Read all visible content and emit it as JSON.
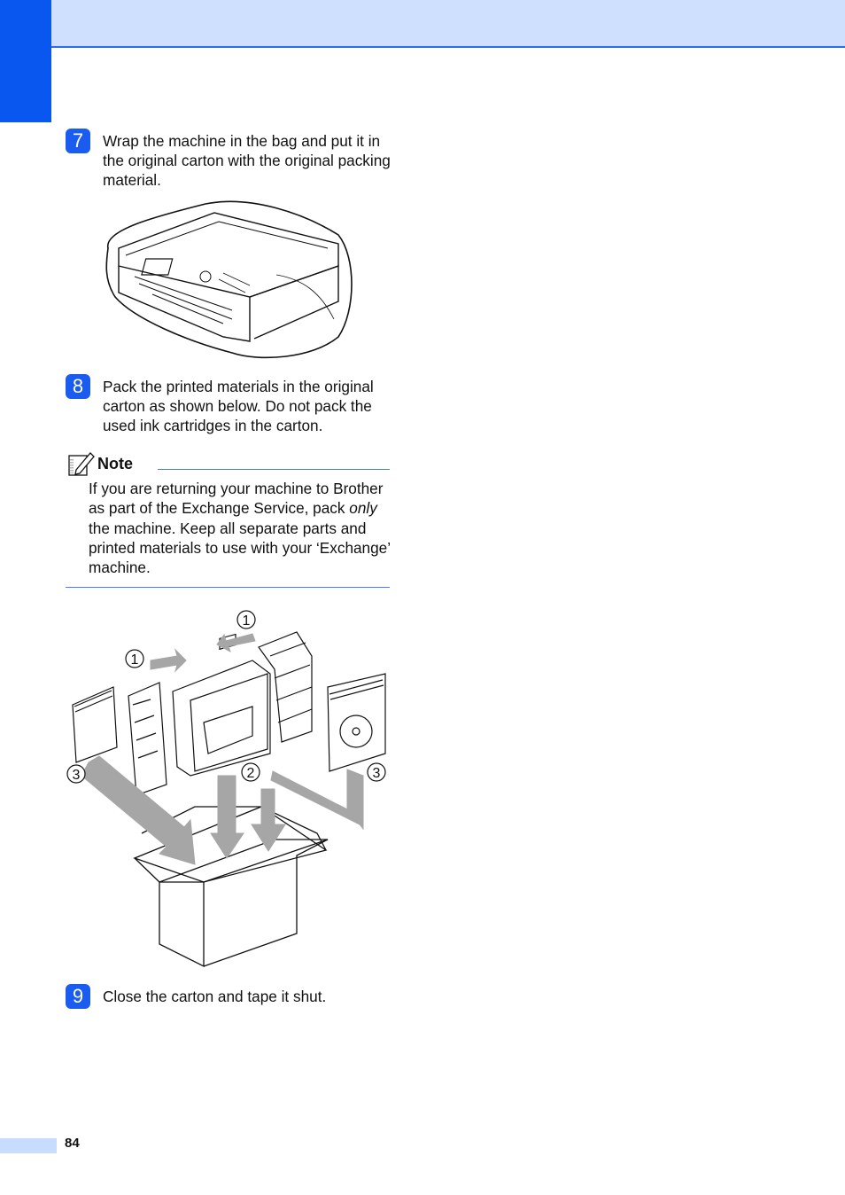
{
  "steps": [
    {
      "number": "7",
      "text": "Wrap the machine in the bag and put it in the original carton with the original packing material."
    },
    {
      "number": "8",
      "text": "Pack the printed materials in the original carton as shown below. Do not pack the used ink cartridges in the carton."
    },
    {
      "number": "9",
      "text": "Close the carton and tape it shut."
    }
  ],
  "note": {
    "title": "Note",
    "body_before": "If you are returning your machine to Brother as part of the Exchange Service, pack ",
    "body_emphasis": "only",
    "body_after": " the machine. Keep all separate parts and printed materials to use with your ‘Exchange’ machine."
  },
  "figure_callouts": {
    "one": "1",
    "two": "2",
    "three": "3"
  },
  "page_number": "84",
  "colors": {
    "accent": "#1a5cf0",
    "header": "#cfe0ff",
    "arrow": "#a6a6a6"
  }
}
